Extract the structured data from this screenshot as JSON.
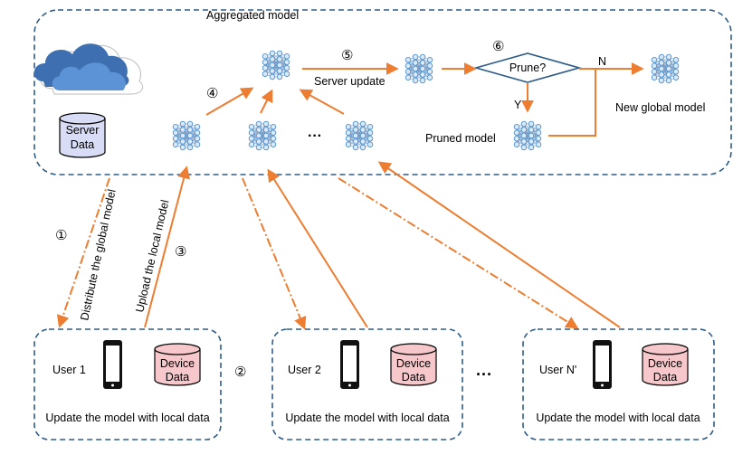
{
  "server": {
    "aggregated_model": "Aggregated model",
    "server_update": "Server update",
    "prune_question": "Prune?",
    "yes": "Y",
    "no": "N",
    "pruned_model": "Pruned model",
    "new_global_model": "New global model",
    "db_line1": "Server",
    "db_line2": "Data",
    "ellipsis": "···"
  },
  "steps": {
    "s1": "①",
    "s2": "②",
    "s3": "③",
    "s4": "④",
    "s5": "⑤",
    "s6": "⑥"
  },
  "edges": {
    "distribute": "Distribute the global model",
    "upload": "Upload the local model"
  },
  "users": [
    {
      "name": "User 1",
      "db_line1": "Device",
      "db_line2": "Data",
      "caption": "Update the model with local data"
    },
    {
      "name": "User 2",
      "db_line1": "Device",
      "db_line2": "Data",
      "caption": "Update the model with local data"
    },
    {
      "name": "User N'",
      "db_line1": "Device",
      "db_line2": "Data",
      "caption": "Update the model with local data"
    }
  ],
  "users_ellipsis": "···",
  "colors": {
    "arrow": "#ED7D31",
    "box_border": "#2E5C8A",
    "node": "#4A8FD1",
    "cloud": "#3E6FB0",
    "server_db": "#D9DCF5",
    "device_db": "#F6C7CB"
  }
}
